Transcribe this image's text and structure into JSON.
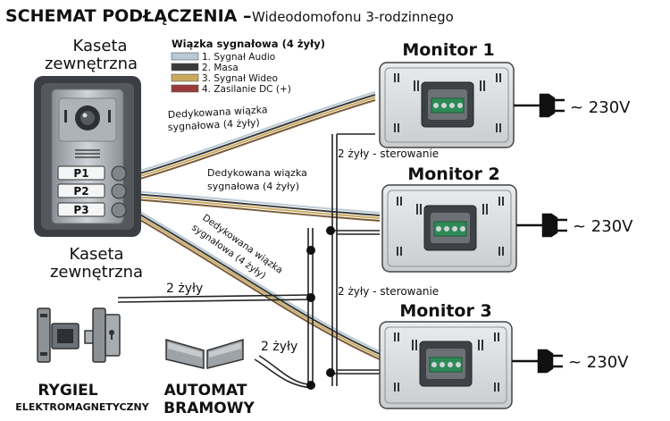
{
  "header": {
    "title_bold": "SCHEMAT PODŁĄCZENIA –",
    "title_rest": "Wideodomofonu 3-rodzinnego"
  },
  "outdoor_unit": {
    "label_top_line1": "Kaseta",
    "label_top_line2": "zewnętrzna",
    "label_bottom_line1": "Kaseta",
    "label_bottom_line2": "zewnętrzna",
    "buttons": [
      "P1",
      "P2",
      "P3"
    ]
  },
  "legend": {
    "title": "Wiązka sygnałowa (4 żyły)",
    "items": [
      {
        "label": "1. Sygnał Audio",
        "color": "#b9c9d6"
      },
      {
        "label": "2. Masa",
        "color": "#3a3a3a"
      },
      {
        "label": "3. Sygnał Wideo",
        "color": "#c9a95c"
      },
      {
        "label": "4. Zasilanie DC (+)",
        "color": "#9a3b3b"
      }
    ]
  },
  "cables": {
    "dedicated_1_line1": "Dedykowana wiązka",
    "dedicated_1_line2": "sygnałowa (4 żyły)",
    "dedicated_2_line1": "Dedykowana wiązka",
    "dedicated_2_line2": "sygnałowa (4 żyły)",
    "dedicated_3_line1": "Dedykowana wiązka",
    "dedicated_3_line2": "sygnałowa (4 żyły)",
    "control_1": "2 żyły - sterowanie",
    "control_2": "2 żyły - sterowanie",
    "two_wires_lock": "2 żyły",
    "two_wires_gate": "2 żyły"
  },
  "monitors": [
    {
      "label": "Monitor 1",
      "power": "~ 230V"
    },
    {
      "label": "Monitor 2",
      "power": "~ 230V"
    },
    {
      "label": "Monitor 3",
      "power": "~ 230V"
    }
  ],
  "devices": {
    "lock_line1": "RYGIEL",
    "lock_line2": "ELEKTROMAGNETYCZNY",
    "gate_line1": "AUTOMAT",
    "gate_line2": "BRAMOWY"
  },
  "icons": [
    "camera-icon",
    "plug-icon",
    "electric-lock-icon",
    "gate-automation-icon",
    "terminal-block-icon"
  ]
}
